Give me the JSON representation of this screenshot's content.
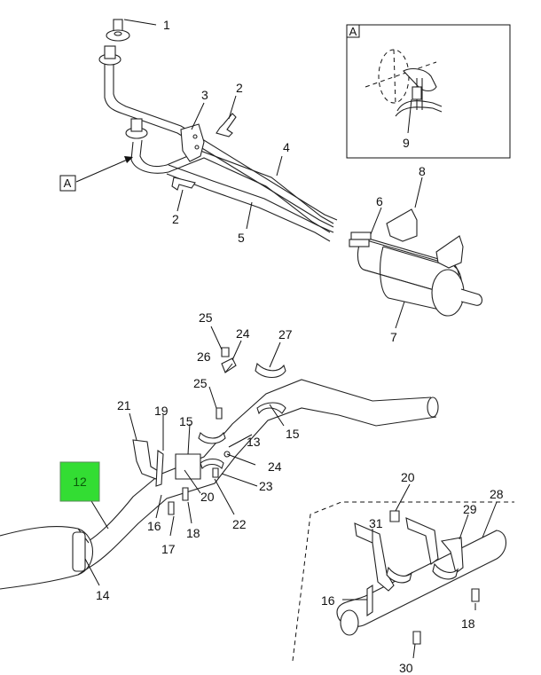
{
  "callouts": {
    "c1": "1",
    "c2a": "2",
    "c2b": "2",
    "c3": "3",
    "c4": "4",
    "c5": "5",
    "c6": "6",
    "c7": "7",
    "c8": "8",
    "c9": "9",
    "c12": "12",
    "c13": "13",
    "c14": "14",
    "c15a": "15",
    "c15b": "15",
    "c16a": "16",
    "c16b": "16",
    "c17": "17",
    "c18a": "18",
    "c18b": "18",
    "c19": "19",
    "c20a": "20",
    "c20b": "20",
    "c21": "21",
    "c22": "22",
    "c23": "23",
    "c24a": "24",
    "c24b": "24",
    "c25a": "25",
    "c25b": "25",
    "c26": "26",
    "c27": "27",
    "c28": "28",
    "c29": "29",
    "c30": "30",
    "c31": "31"
  },
  "view_labels": {
    "detail_a": "A",
    "detail_a_ref": "A"
  },
  "highlight_color": "#33dd33"
}
